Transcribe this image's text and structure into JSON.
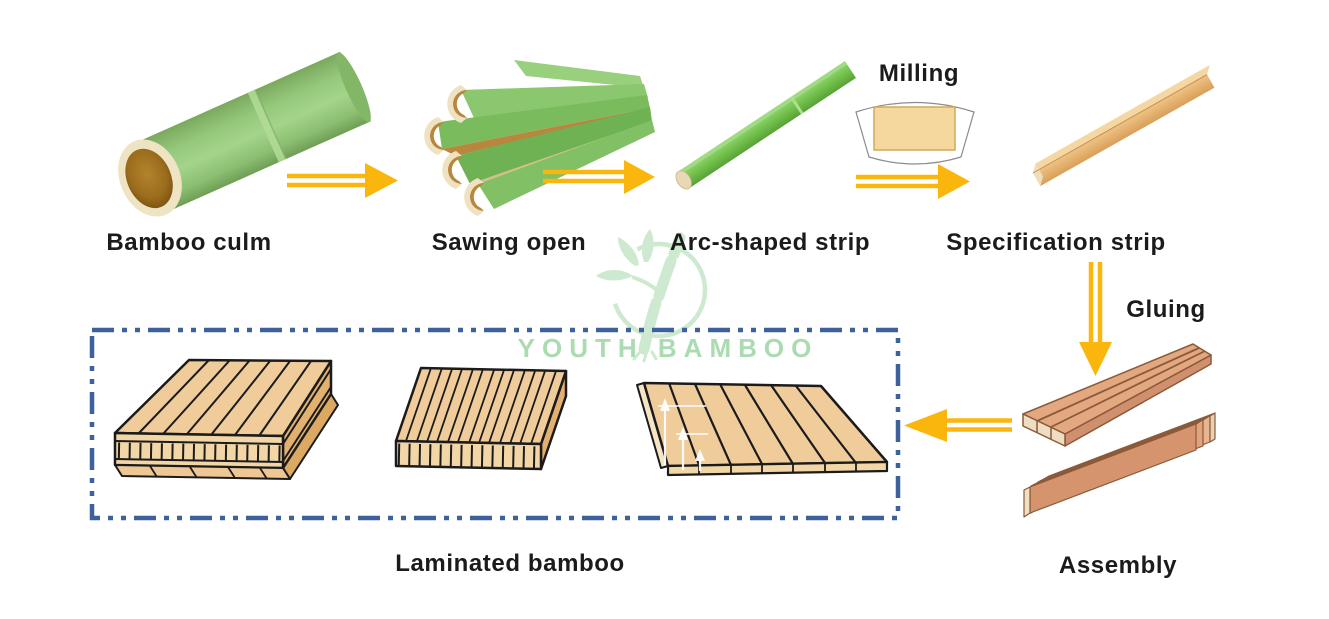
{
  "diagram": {
    "watermark_brand": "YOUTH BAMBOO",
    "steps": [
      {
        "id": "bamboo-culm",
        "label": "Bamboo culm"
      },
      {
        "id": "sawing-open",
        "label": "Sawing open"
      },
      {
        "id": "arc-shaped-strip",
        "label": "Arc-shaped strip"
      },
      {
        "id": "milling",
        "label": "Milling"
      },
      {
        "id": "specification-strip",
        "label": "Specification strip"
      },
      {
        "id": "gluing",
        "label": "Gluing"
      },
      {
        "id": "assembly",
        "label": "Assembly"
      },
      {
        "id": "laminated-bamboo",
        "label": "Laminated bamboo"
      }
    ],
    "colors": {
      "arrow_gold": "#FBB60E",
      "dashed_box_blue": "#3F619B",
      "watermark_green": "#CBE8CD",
      "bamboo_green": "#7DBD63",
      "wood_tan": "#F0CC9B",
      "assembly_salmon": "#E3A87F",
      "label_text": "#1B1B1B"
    }
  }
}
